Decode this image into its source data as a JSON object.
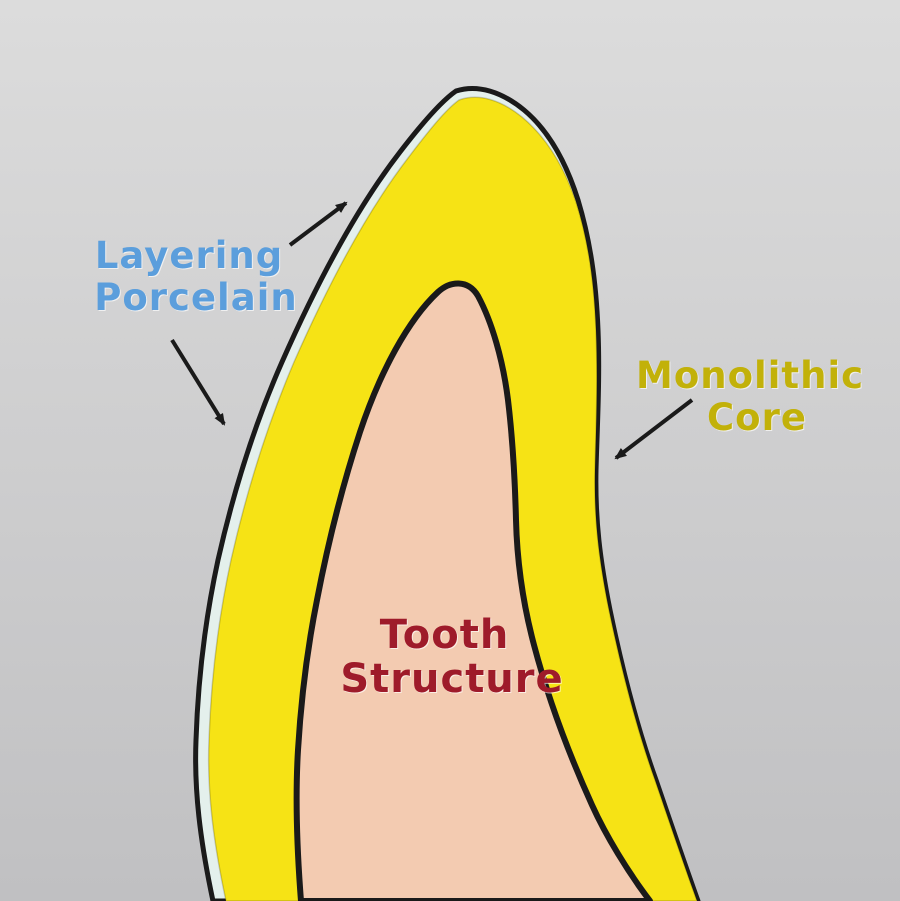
{
  "diagram": {
    "title": "Tooth crown layers diagram",
    "labels": {
      "layering_porcelain": {
        "line1": "Layering",
        "line2": "Porcelain",
        "color": "#5b9edc"
      },
      "monolithic_core": {
        "line1": "Monolithic",
        "line2": "Core",
        "color": "#c2b109"
      },
      "tooth_structure": {
        "line1": "Tooth",
        "line2": "Structure",
        "color": "#9e1b2a"
      }
    },
    "colors": {
      "background_top": "#dcdcdc",
      "background_bottom": "#c0c0c2",
      "porcelain_layer": "#e4f0ec",
      "core_layer": "#f6e315",
      "tooth_structure_fill": "#f3cbb1",
      "outline": "#1a1a1a",
      "arrow": "#1a1a1a"
    }
  }
}
